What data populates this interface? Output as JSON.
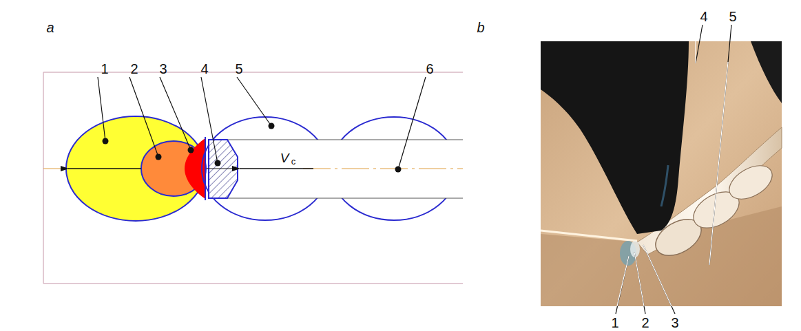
{
  "diagram": {
    "labels": [
      "a",
      "1",
      "2",
      "3",
      "4",
      "5",
      "6",
      "V",
      "c",
      "b",
      "4",
      "5",
      "1",
      "2",
      "3"
    ]
  }
}
